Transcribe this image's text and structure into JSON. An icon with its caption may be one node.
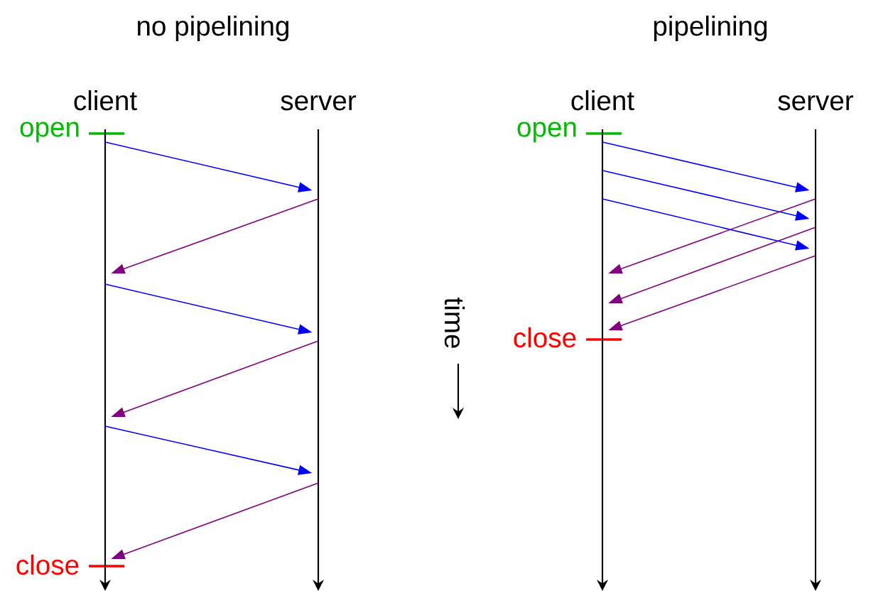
{
  "diagram": {
    "nodes": [
      {
        "text": [
          "client"
        ]
      },
      {
        "text": [
          "server"
        ]
      },
      {
        "text": [
          "client"
        ]
      },
      {
        "text": [
          "server"
        ]
      }
    ],
    "edges": [
      {
        "from": 0,
        "to": 1,
        "arrow": "to",
        "color": "#0000ff"
      },
      {
        "from": 1,
        "to": 0,
        "arrow": "to",
        "color": "#800080"
      },
      {
        "from": 0,
        "to": 1,
        "arrow": "to",
        "color": "#0000ff"
      },
      {
        "from": 1,
        "to": 0,
        "arrow": "to",
        "color": "#800080"
      },
      {
        "from": 0,
        "to": 1,
        "arrow": "to",
        "color": "#0000ff"
      },
      {
        "from": 1,
        "to": 0,
        "arrow": "to",
        "color": "#800080"
      },
      {
        "from": 2,
        "to": 3,
        "arrow": "to",
        "color": "#0000ff"
      },
      {
        "from": 2,
        "to": 3,
        "arrow": "to",
        "color": "#0000ff"
      },
      {
        "from": 2,
        "to": 3,
        "arrow": "to",
        "color": "#0000ff"
      },
      {
        "from": 3,
        "to": 2,
        "arrow": "to",
        "color": "#800080"
      },
      {
        "from": 3,
        "to": 2,
        "arrow": "to",
        "color": "#800080"
      },
      {
        "from": 3,
        "to": 2,
        "arrow": "to",
        "color": "#800080"
      }
    ],
    "labels": [
      "no pipelining",
      "pipelining",
      "open",
      "open",
      "close",
      "time",
      "close"
    ]
  }
}
